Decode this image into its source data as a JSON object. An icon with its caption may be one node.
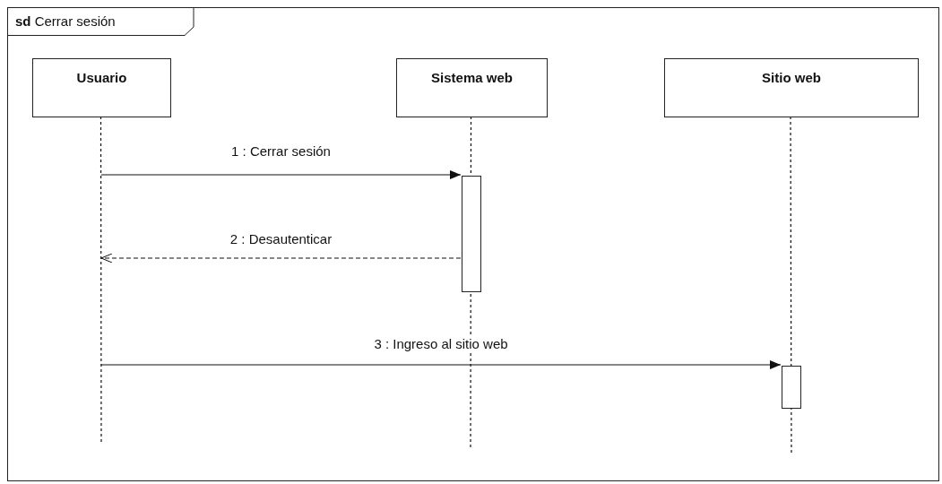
{
  "diagram": {
    "nodes": [
      {
        "text": [
          "**sd** Cerrar sesión"
        ]
      },
      {
        "text": [
          "Usuario"
        ],
        "in": 0
      },
      {
        "text": [
          "Sistema web"
        ],
        "in": 0
      },
      {
        "text": [
          "Sitio web"
        ],
        "in": 0
      },
      {
        "text": [],
        "shape": "bar",
        "in": 0
      },
      {
        "text": [],
        "shape": "bar",
        "in": 0
      }
    ],
    "edges": [
      {
        "from": 1,
        "to": null,
        "arrow": "none",
        "style": "dashed"
      },
      {
        "from": 2,
        "to": null,
        "arrow": "none",
        "style": "dashed"
      },
      {
        "from": 3,
        "to": null,
        "arrow": "none",
        "style": "dashed"
      },
      {
        "from": null,
        "to": 4,
        "arrow": "to",
        "label": "1 : Cerrar sesión"
      },
      {
        "from": 4,
        "to": null,
        "arrow": "to",
        "style": "dashed",
        "label": "2 : Desautenticar"
      },
      {
        "from": null,
        "to": 5,
        "arrow": "to",
        "label": "3 : Ingreso al sitio web"
      }
    ]
  }
}
